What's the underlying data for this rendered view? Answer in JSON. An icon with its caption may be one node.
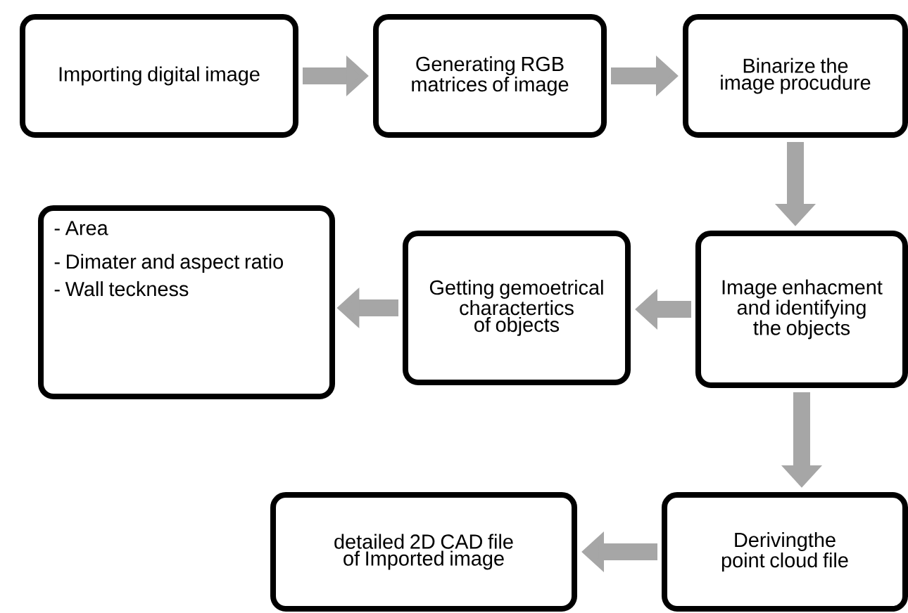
{
  "diagram": {
    "nodes": [
      {
        "text": [
          "Importing digital image"
        ]
      },
      {
        "text": [
          "Generating RGB matrices of image"
        ]
      },
      {
        "text": [
          "Binarize the image procudure"
        ]
      },
      {
        "text": [
          "- Area",
          "- Dimater and aspect ratio",
          "- Wall teckness"
        ]
      },
      {
        "text": [
          "Getting gemoetrical charactertics of objects"
        ]
      },
      {
        "text": [
          "Image enhacment and identifying the objects"
        ]
      },
      {
        "text": [
          "detailed 2D CAD file of Imported image"
        ]
      },
      {
        "text": [
          "Derivingthe point cloud file"
        ]
      }
    ],
    "edges": [
      {
        "from": 0,
        "to": 1,
        "arrow": "to"
      },
      {
        "from": 1,
        "to": 2,
        "arrow": "to"
      },
      {
        "from": 2,
        "to": 5,
        "arrow": "to"
      },
      {
        "from": 5,
        "to": 4,
        "arrow": "to"
      },
      {
        "from": 4,
        "to": 3,
        "arrow": "to"
      },
      {
        "from": 5,
        "to": 7,
        "arrow": "to"
      },
      {
        "from": 7,
        "to": 6,
        "arrow": "to"
      }
    ]
  }
}
